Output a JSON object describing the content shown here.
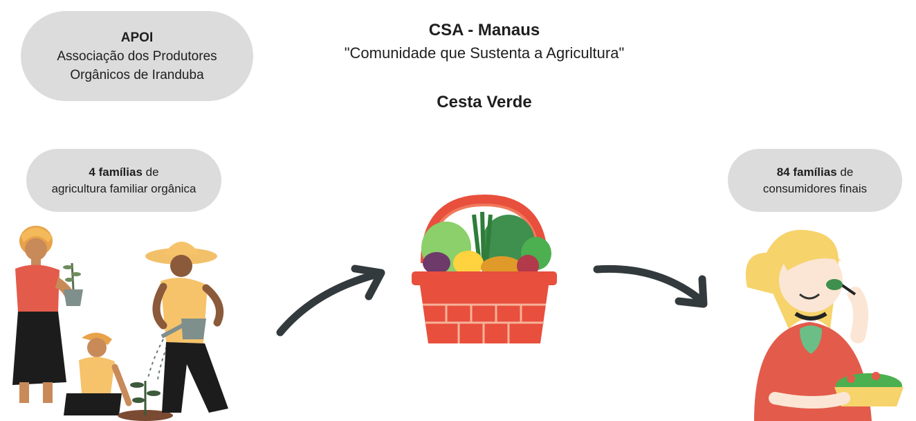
{
  "header": {
    "title": "CSA - Manaus",
    "subtitle": "\"Comunidade que Sustenta a Agricultura\"",
    "basket_title": "Cesta Verde"
  },
  "apoi": {
    "acronym": "APOI",
    "line1": "Associação dos Produtores",
    "line2": "Orgânicos de Iranduba"
  },
  "producers": {
    "count_bold": "4 famílias",
    "suffix": " de",
    "line2": "agricultura familiar orgânica"
  },
  "consumers": {
    "count_bold": "84 famílias",
    "suffix": " de",
    "line2": "consumidores finais"
  },
  "icons": [
    "farmers-illustration",
    "arrow-right-icon",
    "vegetable-basket-illustration",
    "girl-eating-salad-illustration"
  ],
  "colors": {
    "pill": "#dcdcdc",
    "arrow": "#333a3d",
    "basket": "#e84f3d",
    "skin": "#c98a5a",
    "shirt_red": "#e35b4b",
    "yellow": "#f6c36b"
  }
}
